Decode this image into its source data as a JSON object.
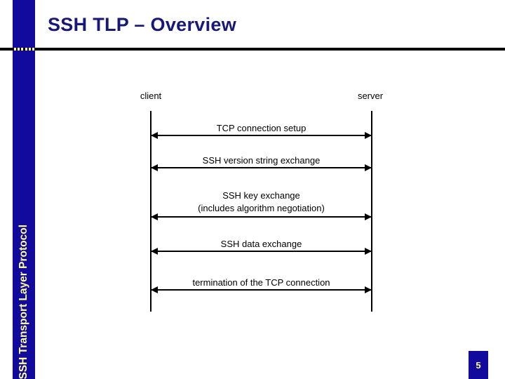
{
  "slide": {
    "title": "SSH TLP – Overview",
    "title_color": "#181878",
    "band_color": "#110a9c",
    "band_text_color": "#ffff99",
    "side_label": "SSH Transport Layer Protocol",
    "page_number": "5"
  },
  "diagram": {
    "type": "sequence",
    "actors": [
      {
        "name": "client",
        "label": "client"
      },
      {
        "name": "server",
        "label": "server"
      }
    ],
    "messages": [
      {
        "label_lines": [
          "TCP connection setup"
        ],
        "label_line_1": "TCP connection setup",
        "direction": "bidirectional"
      },
      {
        "label_lines": [
          "SSH version string exchange"
        ],
        "label_line_1": "SSH version string exchange",
        "direction": "bidirectional"
      },
      {
        "label_lines": [
          "SSH key exchange",
          "(includes algorithm negotiation)"
        ],
        "label_line_1": "SSH key exchange",
        "label_line_2": "(includes algorithm negotiation)",
        "direction": "bidirectional"
      },
      {
        "label_lines": [
          "SSH data exchange"
        ],
        "label_line_1": "SSH data exchange",
        "direction": "bidirectional"
      },
      {
        "label_lines": [
          "termination of the TCP connection"
        ],
        "label_line_1": "termination of the TCP connection",
        "direction": "bidirectional"
      }
    ]
  }
}
